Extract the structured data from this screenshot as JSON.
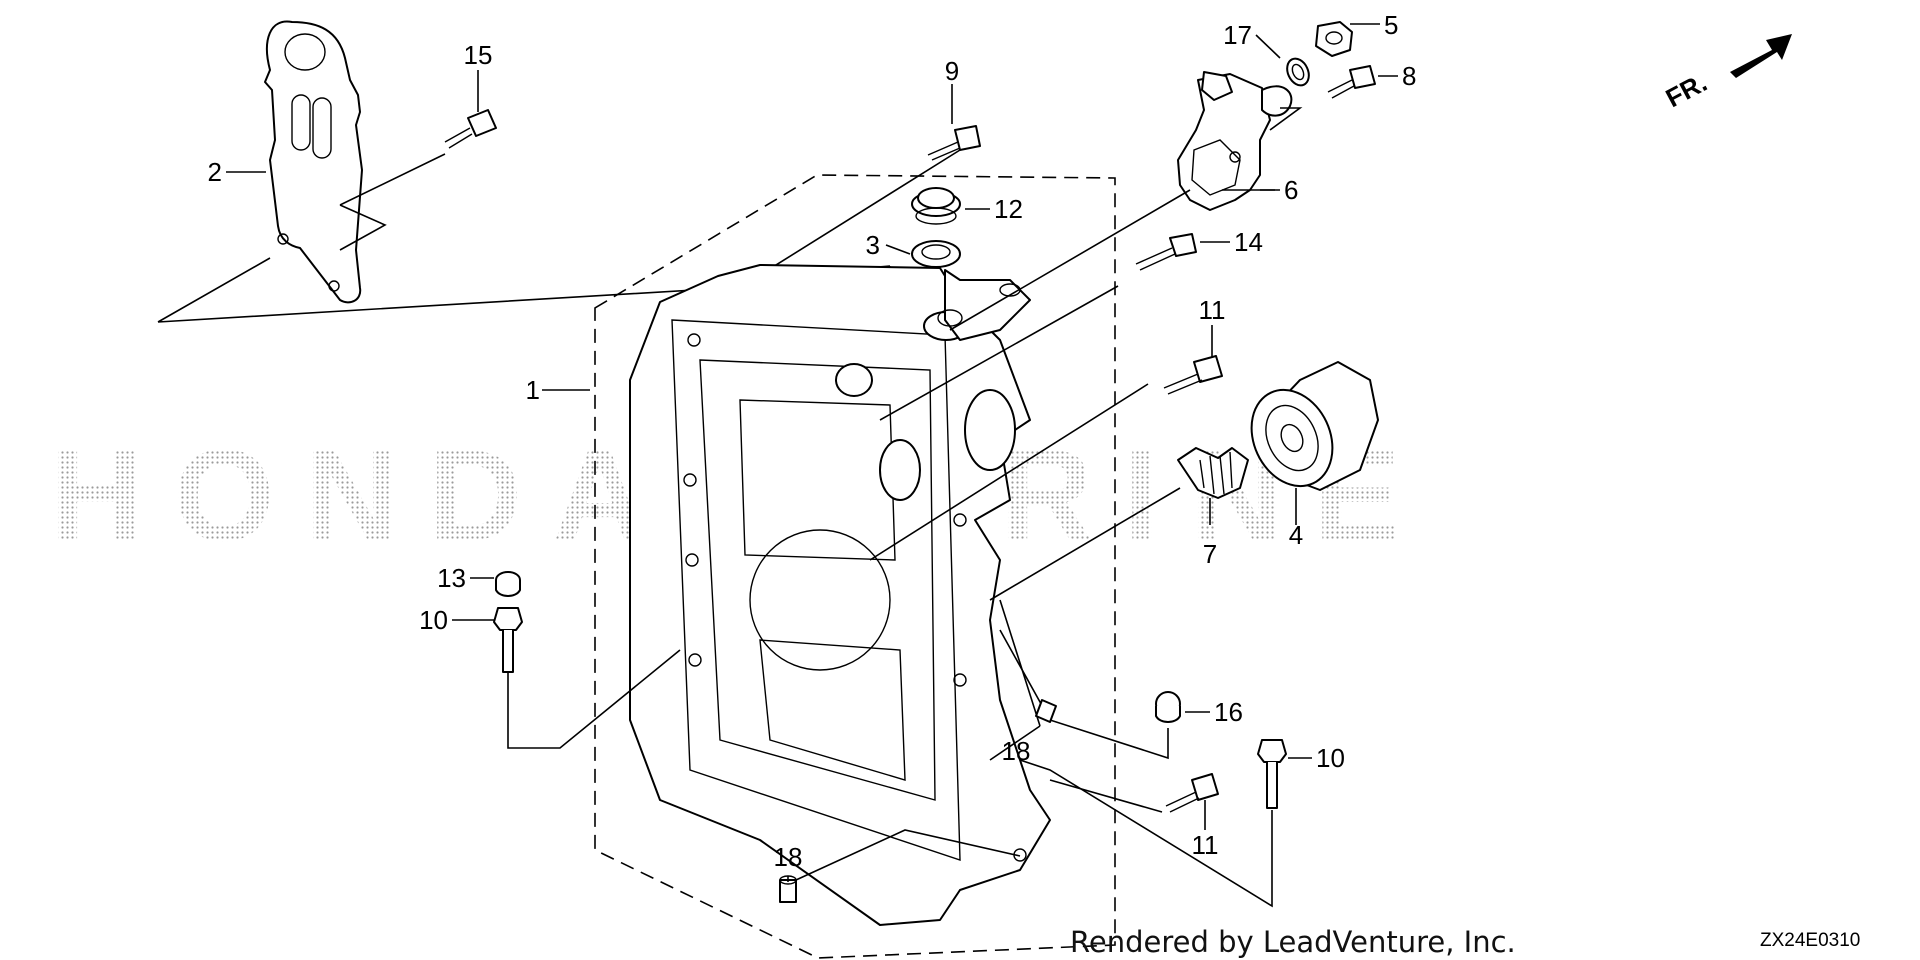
{
  "diagram": {
    "credit": "Rendered by LeadVenture, Inc.",
    "diagram_code": "ZX24E0310",
    "direction_label": "FR.",
    "watermark_text": "HONDA MARINE",
    "callouts": {
      "c1": "1",
      "c2": "2",
      "c3": "3",
      "c4": "4",
      "c5": "5",
      "c6": "6",
      "c7": "7",
      "c8": "8",
      "c9": "9",
      "c10a": "10",
      "c10b": "10",
      "c11a": "11",
      "c11b": "11",
      "c12": "12",
      "c13": "13",
      "c14": "14",
      "c15": "15",
      "c16": "16",
      "c17": "17",
      "c18a": "18",
      "c18b": "18"
    }
  }
}
